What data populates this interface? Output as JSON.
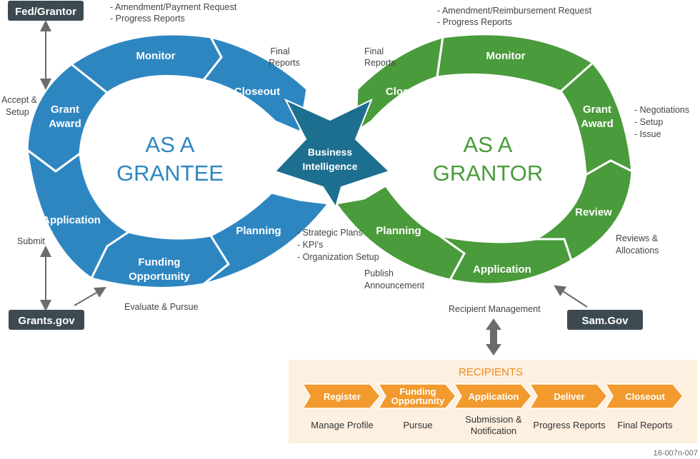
{
  "colors": {
    "grantee_blue": "#2e86c1",
    "grantee_border": "#ffffff",
    "grantor_green": "#4a9b3b",
    "center_teal": "#1d6f8f",
    "badge_dark": "#3d4a52",
    "recipients_bg": "#fdf0e0",
    "recipients_orange": "#f29a2e",
    "recipients_title": "#f08a1c",
    "arrow_gray": "#6b6b6b"
  },
  "grantee": {
    "title_line1": "AS A",
    "title_line2": "GRANTEE",
    "segments": {
      "monitor": "Monitor",
      "closeout": "Closeout",
      "grant_award_1": "Grant",
      "grant_award_2": "Award",
      "application": "Application",
      "funding_1": "Funding",
      "funding_2": "Opportunity",
      "planning": "Planning"
    },
    "notes": {
      "amend": "- Amendment/Payment Request",
      "progress": "- Progress Reports",
      "final_1": "Final",
      "final_2": "Reports",
      "accept_1": "Accept &",
      "accept_2": "Setup",
      "submit": "Submit",
      "evaluate": "Evaluate & Pursue",
      "strategic": "- Strategic Plans",
      "kpis": "- KPI's",
      "org_setup": "- Organization Setup"
    },
    "badges": {
      "fed": "Fed/Grantor",
      "grants_gov": "Grants.gov"
    }
  },
  "center": {
    "line1": "Business",
    "line2": "Intelligence"
  },
  "grantor": {
    "title_line1": "AS A",
    "title_line2": "GRANTOR",
    "segments": {
      "closeout": "Closeout",
      "monitor": "Monitor",
      "grant_award_1": "Grant",
      "grant_award_2": "Award",
      "review": "Review",
      "application": "Application",
      "planning": "Planning"
    },
    "notes": {
      "amend": "- Amendment/Reimbursement Request",
      "progress": "- Progress Reports",
      "final_1": "Final",
      "final_2": "Reports",
      "negotiations": "- Negotiations",
      "setup": "- Setup",
      "issue": "- Issue",
      "reviews_1": "Reviews &",
      "reviews_2": "Allocations",
      "publish_1": "Publish",
      "publish_2": "Announcement",
      "recipient_mgmt": "Recipient Management"
    },
    "badges": {
      "sam": "Sam.Gov"
    }
  },
  "recipients": {
    "title": "RECIPIENTS",
    "steps": [
      {
        "label": "Register",
        "label2": "",
        "sub1": "Manage Profile",
        "sub2": ""
      },
      {
        "label": "Funding",
        "label2": "Opportunity",
        "sub1": "Pursue",
        "sub2": ""
      },
      {
        "label": "Application",
        "label2": "",
        "sub1": "Submission &",
        "sub2": "Notification"
      },
      {
        "label": "Deliver",
        "label2": "",
        "sub1": "Progress Reports",
        "sub2": ""
      },
      {
        "label": "Closeout",
        "label2": "",
        "sub1": "Final Reports",
        "sub2": ""
      }
    ]
  },
  "figure_id": "16-007n-007"
}
